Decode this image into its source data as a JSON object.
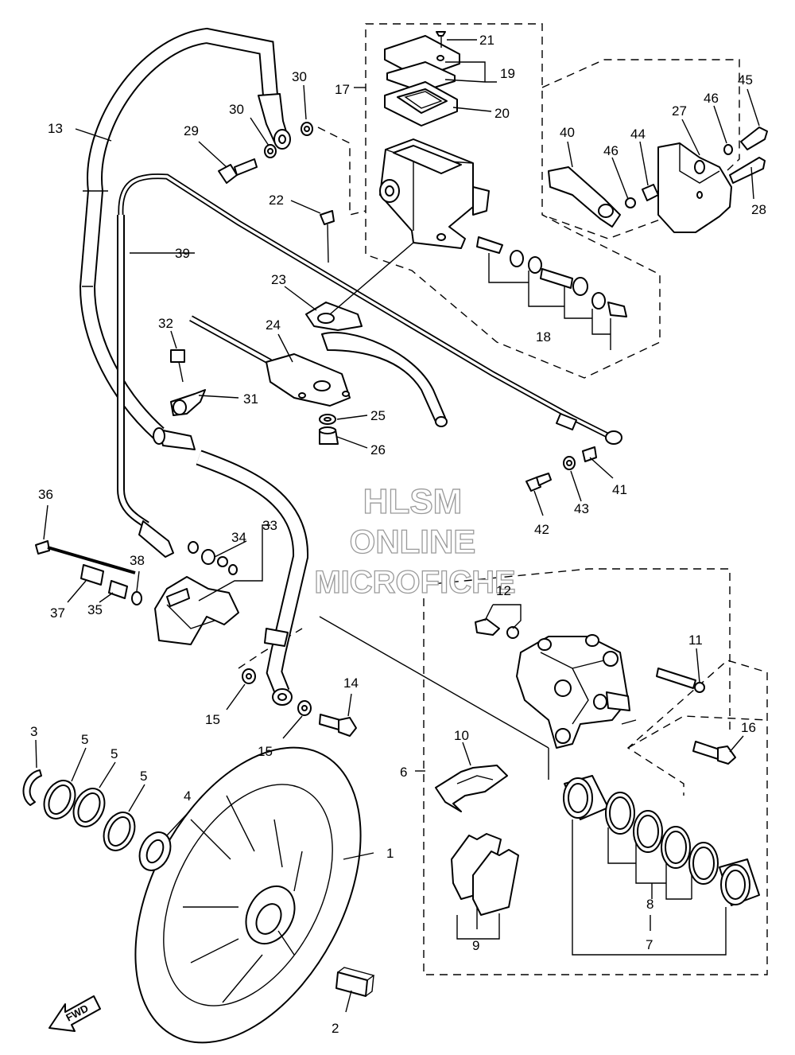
{
  "labels": {
    "l1": "1",
    "l2": "2",
    "l3": "3",
    "l4": "4",
    "l5a": "5",
    "l5b": "5",
    "l5c": "5",
    "l6": "6",
    "l7": "7",
    "l8": "8",
    "l9": "9",
    "l10": "10",
    "l11": "11",
    "l12": "12",
    "l13": "13",
    "l14": "14",
    "l15a": "15",
    "l15b": "15",
    "l16": "16",
    "l17": "17",
    "l18": "18",
    "l19": "19",
    "l20": "20",
    "l21": "21",
    "l22": "22",
    "l23": "23",
    "l24": "24",
    "l25": "25",
    "l26": "26",
    "l27": "27",
    "l28": "28",
    "l29": "29",
    "l30a": "30",
    "l30b": "30",
    "l31": "31",
    "l32": "32",
    "l33": "33",
    "l34": "34",
    "l35": "35",
    "l36": "36",
    "l37": "37",
    "l38": "38",
    "l39": "39",
    "l40": "40",
    "l41": "41",
    "l42": "42",
    "l43": "43",
    "l44": "44",
    "l45": "45",
    "l46a": "46",
    "l46b": "46"
  },
  "watermark": {
    "line1": "HLSM",
    "line2": "ONLINE",
    "line3": "MICROFICHE",
    "stroke_color": "#9a9a9a"
  },
  "fwd_label": "FWD",
  "colors": {
    "ink": "#000000",
    "paper": "#ffffff",
    "watermark": "#9a9a9a"
  }
}
